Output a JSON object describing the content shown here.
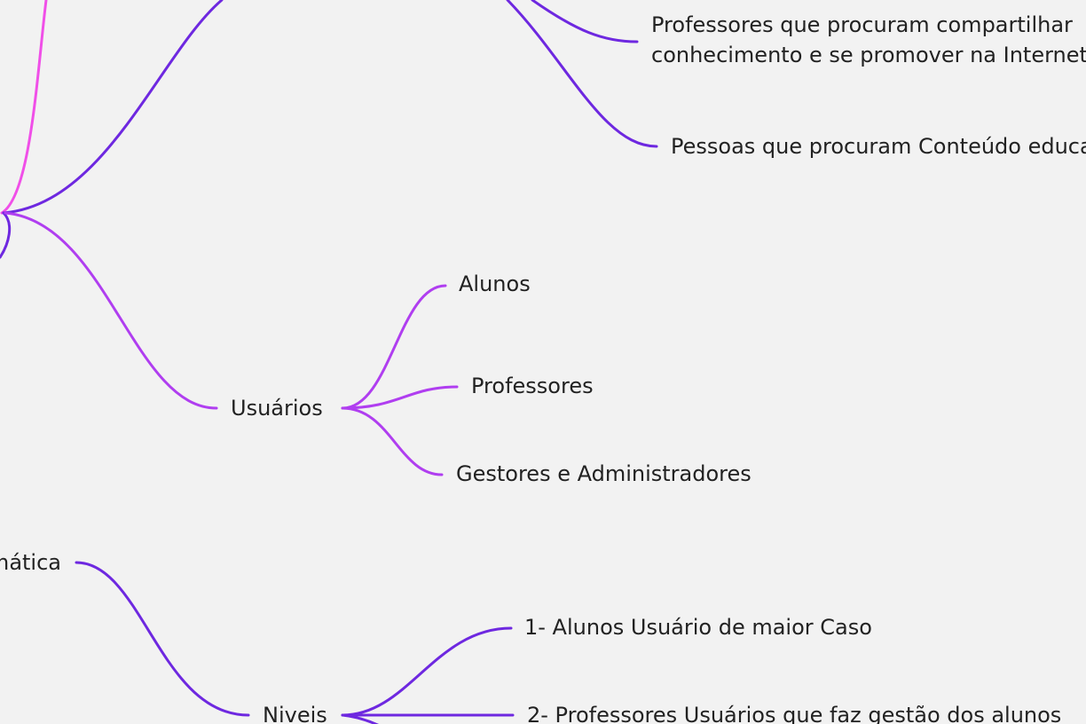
{
  "colors": {
    "background": "#f2f2f2",
    "branch_pink": "#f04fe8",
    "branch_violet": "#6e28e0",
    "branch_purple": "#b03ef0",
    "text": "#222222"
  },
  "nodes": {
    "professores_compartilhar_line1": "Professores que procuram compartilhar",
    "professores_compartilhar_line2": "conhecimento e se promover na Internet",
    "pessoas_conteudo": "Pessoas que procuram Conteúdo educativo",
    "usuarios": "Usuários",
    "alunos": "Alunos",
    "professores": "Professores",
    "gestores": "Gestores e Administradores",
    "matematica": "Matemática",
    "niveis": "Niveis",
    "nivel_1": "1- Alunos Usuário de maior Caso",
    "nivel_2": "2- Professores Usuários que faz gestão dos alunos"
  }
}
